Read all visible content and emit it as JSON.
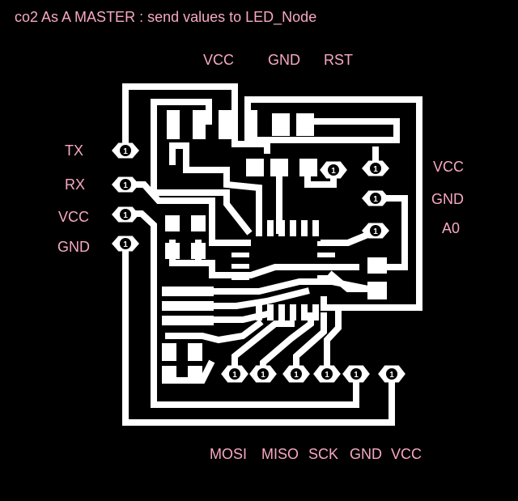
{
  "title": "co2 As A MASTER : send values to LED_Node",
  "colors": {
    "background": "#000000",
    "label": "#f7a8c4",
    "trace": "#ffffff",
    "pad": "#ffffff",
    "pin_marker": "#000000"
  },
  "labels": {
    "top_vcc": "VCC",
    "top_gnd": "GND",
    "top_rst": "RST",
    "left_tx": "TX",
    "left_rx": "RX",
    "left_vcc": "VCC",
    "left_gnd": "GND",
    "right_vcc": "VCC",
    "right_gnd": "GND",
    "right_a0": "A0",
    "bottom_mosi": "MOSI",
    "bottom_miso": "MISO",
    "bottom_sck": "SCK",
    "bottom_gnd": "GND",
    "bottom_vcc": "VCC"
  },
  "pin_marker_text": "1"
}
